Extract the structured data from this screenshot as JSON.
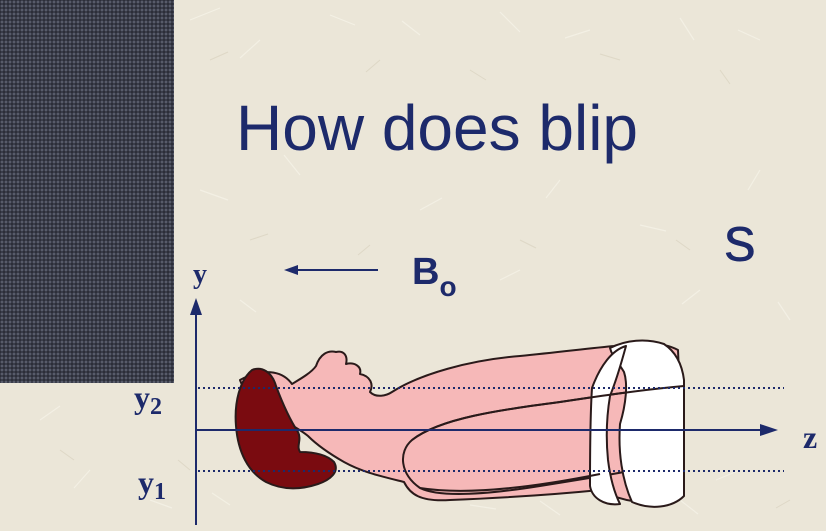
{
  "slide": {
    "title_line1": "How does blip",
    "title_line2": "s"
  },
  "diagram": {
    "field_label": "B",
    "field_subscript": "o",
    "y_axis_label": "y",
    "z_axis_label": "z",
    "y2_label": "y",
    "y2_subscript": "2",
    "y1_label": "y",
    "y1_subscript": "1",
    "colors": {
      "text": "#1d2a6b",
      "body": "#f6b8b8",
      "head_slice": "#7a0b10",
      "outline": "#2a1a1a",
      "panel": "#3a3d4a"
    }
  }
}
